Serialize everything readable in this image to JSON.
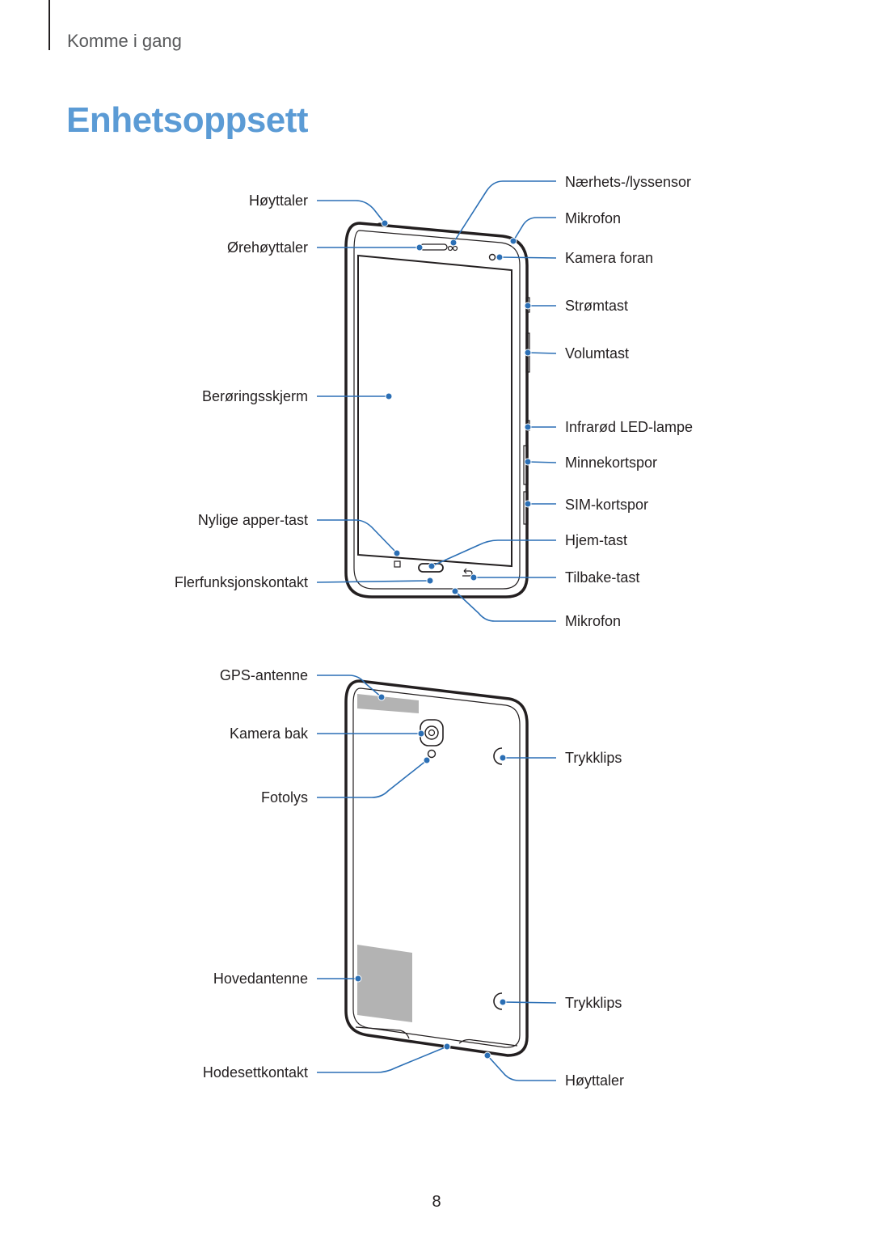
{
  "header": {
    "section": "Komme i gang"
  },
  "page": {
    "title": "Enhetsoppsett",
    "number": "8"
  },
  "colors": {
    "accent": "#5b9bd5",
    "callout": "#2b6fb5",
    "device": "#231f20",
    "antenna": "#b3b3b3"
  },
  "front_labels": {
    "hoyttaler": "Høyttaler",
    "orehoyttaler": "Ørehøyttaler",
    "beroringsskjerm": "Berøringsskjerm",
    "nylige": "Nylige apper-tast",
    "flerfunksjon": "Flerfunksjonskontakt",
    "naerhet": "Nærhets-/lyssensor",
    "mikrofon_top": "Mikrofon",
    "kamera_foran": "Kamera foran",
    "stromtast": "Strømtast",
    "volumtast": "Volumtast",
    "infrarod": "Infrarød LED-lampe",
    "minnekort": "Minnekortspor",
    "sim": "SIM-kortspor",
    "hjem": "Hjem-tast",
    "tilbake": "Tilbake-tast",
    "mikrofon_bottom": "Mikrofon"
  },
  "back_labels": {
    "gps": "GPS-antenne",
    "kamera_bak": "Kamera bak",
    "fotolys": "Fotolys",
    "hovedantenne": "Hovedantenne",
    "hodesett": "Hodesettkontakt",
    "trykklips_top": "Trykklips",
    "trykklips_bottom": "Trykklips",
    "hoyttaler": "Høyttaler"
  }
}
